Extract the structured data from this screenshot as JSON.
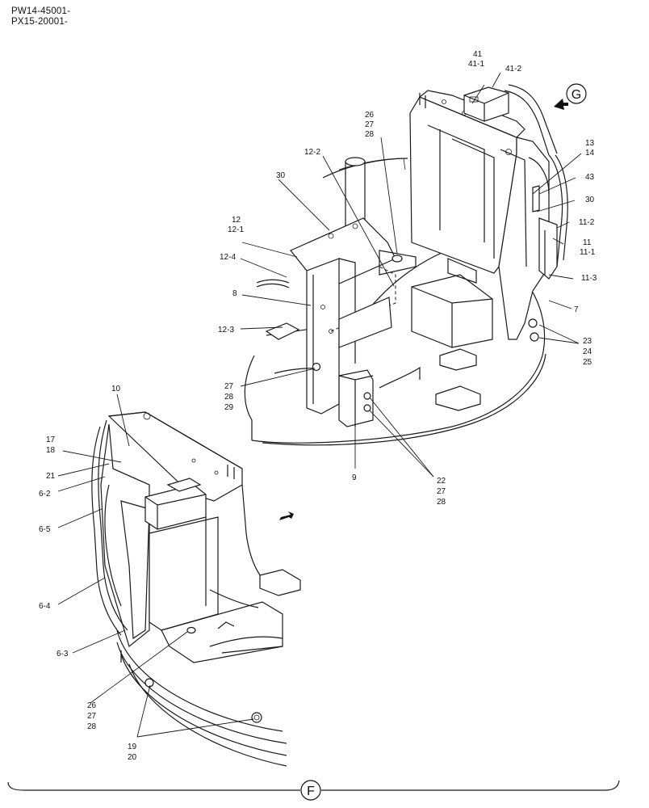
{
  "header": {
    "line1": "PW14-45001-",
    "line2": "PX15-20001-"
  },
  "view_markers": {
    "g": "G",
    "f": "F"
  },
  "labels": {
    "l41": "41",
    "l41_1": "41-1",
    "l41_2": "41-2",
    "l26a": "26",
    "l27a": "27",
    "l28a": "28",
    "l12_2": "12-2",
    "l30a": "30",
    "l13": "13",
    "l14": "14",
    "l43": "43",
    "l30b": "30",
    "l11_2": "11-2",
    "l11": "11",
    "l11_1": "11-1",
    "l11_3": "11-3",
    "l12": "12",
    "l12_1": "12-1",
    "l12_4": "12-4",
    "l8": "8",
    "l7": "7",
    "l12_3": "12-3",
    "l23": "23",
    "l24": "24",
    "l25": "25",
    "l27b": "27",
    "l28b": "28",
    "l29": "29",
    "l10": "10",
    "l9": "9",
    "l22": "22",
    "l27c": "27",
    "l28c": "28",
    "l17": "17",
    "l18": "18",
    "l21": "21",
    "l6_2": "6-2",
    "l6_5": "6-5",
    "l6_4": "6-4",
    "l6_3": "6-3",
    "l26b": "26",
    "l27d": "27",
    "l28d": "28",
    "l19": "19",
    "l20": "20"
  }
}
